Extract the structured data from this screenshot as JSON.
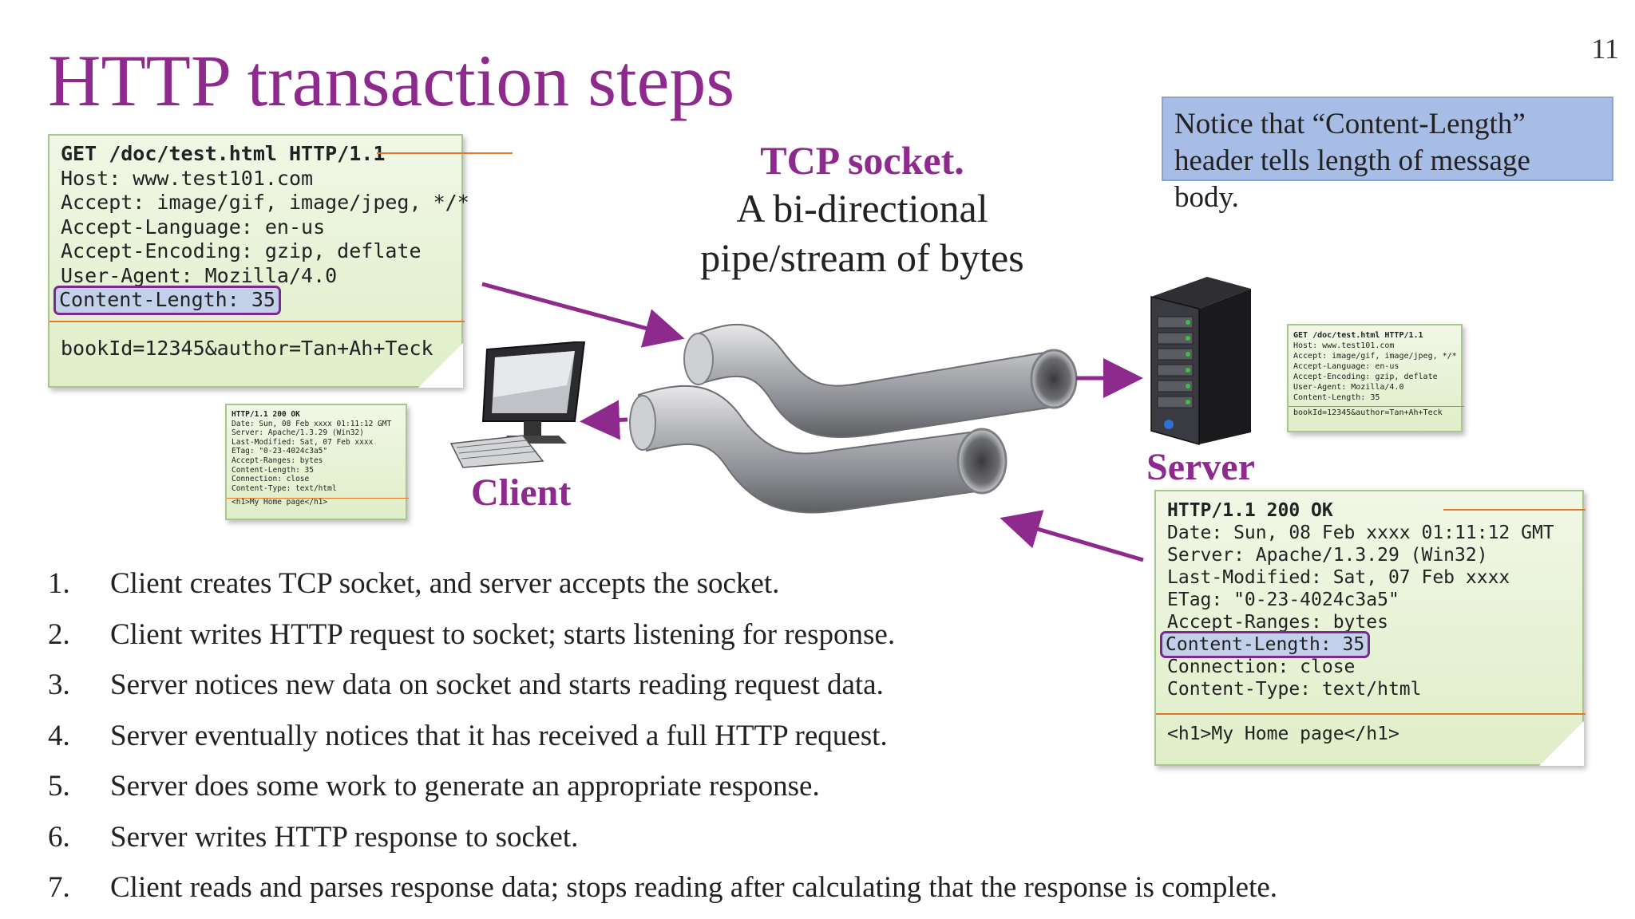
{
  "slide": {
    "page_number": "11",
    "title": "HTTP transaction steps"
  },
  "tcp": {
    "title": "TCP socket.",
    "description_line1": "A bi-directional",
    "description_line2": "pipe/stream of bytes"
  },
  "notice": {
    "line1": "Notice that “Content-Length”",
    "line2": "header tells length of message body."
  },
  "labels": {
    "client": "Client",
    "server": "Server"
  },
  "request": {
    "lines": [
      "GET /doc/test.html HTTP/1.1",
      "Host: www.test101.com",
      "Accept: image/gif, image/jpeg, */*",
      "Accept-Language: en-us",
      "Accept-Encoding: gzip, deflate",
      "User-Agent: Mozilla/4.0",
      "Content-Length: 35"
    ],
    "body": "bookId=12345&author=Tan+Ah+Teck"
  },
  "response": {
    "lines": [
      "HTTP/1.1 200 OK",
      "Date: Sun, 08 Feb xxxx 01:11:12 GMT",
      "Server: Apache/1.3.29 (Win32)",
      "Last-Modified: Sat, 07 Feb xxxx",
      "ETag: \"0-23-4024c3a5\"",
      "Accept-Ranges: bytes",
      "Content-Length: 35",
      "Connection: close",
      "Content-Type: text/html"
    ],
    "body": "<h1>My Home page</h1>"
  },
  "steps": [
    {
      "num": "1.",
      "text": "Client creates TCP socket, and server accepts the socket."
    },
    {
      "num": "2.",
      "text": "Client writes HTTP request to socket; starts listening for response."
    },
    {
      "num": "3.",
      "text": "Server notices new data on socket and starts reading request data."
    },
    {
      "num": "4.",
      "text": "Server eventually notices that it has received a full HTTP request."
    },
    {
      "num": "5.",
      "text": "Server does some work to generate an appropriate response."
    },
    {
      "num": "6.",
      "text": "Server writes HTTP response to socket."
    },
    {
      "num": "7.",
      "text": "Client reads and parses response data; stops reading after calculating that the response is complete."
    }
  ],
  "colors": {
    "title": "#8e2a8e",
    "arrow": "#8e2a8e",
    "notice_bg": "#a8bde6",
    "note_bg": "#e6f1d4",
    "rule": "#e07a2a"
  },
  "icons": [
    "computer-icon",
    "server-tower-icon",
    "pipe-icon"
  ]
}
